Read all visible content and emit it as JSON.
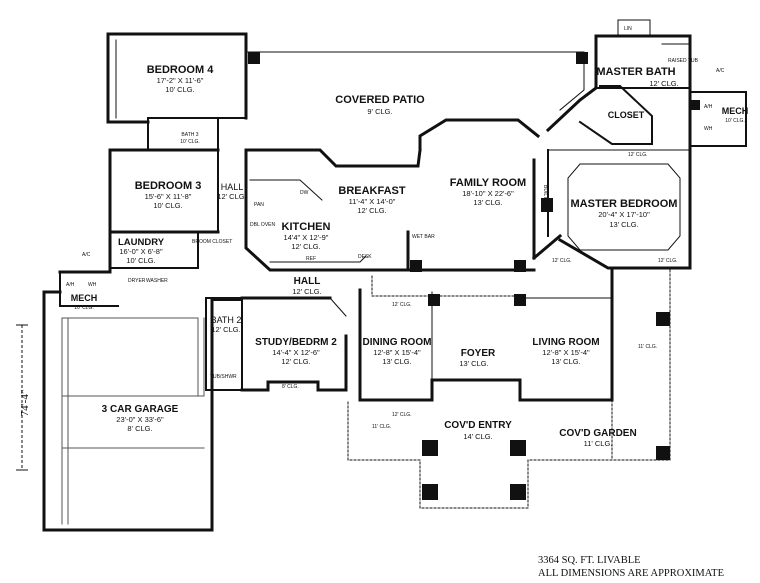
{
  "rooms": {
    "bedroom4": {
      "name": "BEDROOM 4",
      "dims": "17'-2\" X 11'-6\"",
      "clg": "10' CLG."
    },
    "covered_patio": {
      "name": "COVERED PATIO",
      "clg": "9' CLG."
    },
    "master_bath": {
      "name": "MASTER BATH",
      "clg": "12' CLG."
    },
    "closet": {
      "name": "CLOSET"
    },
    "mech_right": {
      "name": "MECH",
      "clg": "10' CLG."
    },
    "bath3": {
      "name": "BATH 3",
      "clg": "10' CLG."
    },
    "bedroom3": {
      "name": "BEDROOM 3",
      "dims": "15'-6\" X 11'-8\"",
      "clg": "10' CLG."
    },
    "hall_upper": {
      "name": "HALL",
      "clg": "12' CLG."
    },
    "breakfast": {
      "name": "BREAKFAST",
      "dims": "11'-4\" X 14'-0\"",
      "clg": "12' CLG."
    },
    "family_room": {
      "name": "FAMILY ROOM",
      "dims": "18'-10\" X 22'-6\"",
      "clg": "13' CLG."
    },
    "master_bedroom": {
      "name": "MASTER BEDROOM",
      "dims": "20'-4\" X 17'-10\"",
      "clg": "13' CLG."
    },
    "kitchen": {
      "name": "KITCHEN",
      "dims": "14'4\" X 12'-9\"",
      "clg": "12' CLG."
    },
    "laundry": {
      "name": "LAUNDRY",
      "dims": "16'-0\" X 6'-8\"",
      "clg": "10' CLG."
    },
    "mech_left": {
      "name": "MECH",
      "clg": "10' CLG."
    },
    "hall_lower": {
      "name": "HALL",
      "clg": "12' CLG."
    },
    "bath2": {
      "name": "BATH 2",
      "clg": "12' CLG."
    },
    "study": {
      "name": "STUDY/BEDRM 2",
      "dims": "14'-4\" X 12'-6\"",
      "clg": "12' CLG."
    },
    "dining_room": {
      "name": "DINING ROOM",
      "dims": "12'-8\" X 15'-4\"",
      "clg": "13' CLG."
    },
    "foyer": {
      "name": "FOYER",
      "clg": "13' CLG."
    },
    "living_room": {
      "name": "LIVING ROOM",
      "dims": "12'-8\" X 15'-4\"",
      "clg": "13' CLG."
    },
    "garage": {
      "name": "3 CAR GARAGE",
      "dims": "23'-0\" X 33'-6\"",
      "clg": "8' CLG."
    },
    "covd_entry": {
      "name": "COV'D ENTRY",
      "clg": "14' CLG."
    },
    "covd_garden": {
      "name": "COV'D GARDEN",
      "clg": "11' CLG."
    }
  },
  "fixtures": {
    "dw": "DW",
    "ref": "REF",
    "desk": "DESK",
    "oven": "DBL OVEN",
    "pantry": "PAN",
    "wet_bar": "WET BAR",
    "built_ins": "BUILT-INS",
    "broom": "BROOM CLOSET",
    "dryer": "DRYER",
    "washer": "WASHER",
    "ac": "A/C",
    "ah": "A/H",
    "wh": "WH",
    "tub": "TUB/SHWR",
    "raised_tub": "RAISED TUB",
    "lin": "LIN"
  },
  "small_clg": {
    "clg12": "12' CLG.",
    "clg10": "10' CLG.",
    "clg11": "11' CLG.",
    "clg9": "9' CLG.",
    "clg8": "8' CLG."
  },
  "overall_dimension": "74'-4\"",
  "footer": {
    "area": "3364 SQ. FT. LIVABLE",
    "note": "ALL DIMENSIONS ARE APPROXIMATE"
  }
}
